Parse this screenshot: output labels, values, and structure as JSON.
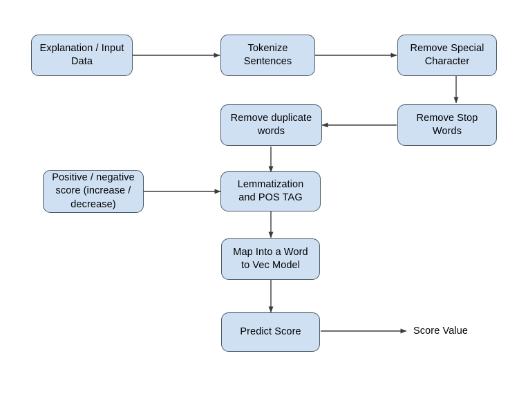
{
  "diagram": {
    "title": "NLP Scoring Pipeline Flowchart",
    "background_color": "#ffffff",
    "node_fill_color": "#cfe0f3",
    "node_border_color": "#4a5a66",
    "edge_color": "#3b3b3b",
    "text_color": "#000000",
    "nodes": [
      {
        "id": "explanation-input-data",
        "label": "Explanation / Input\nData"
      },
      {
        "id": "tokenize-sentences",
        "label": "Tokenize\nSentences"
      },
      {
        "id": "remove-special-character",
        "label": "Remove Special\nCharacter"
      },
      {
        "id": "remove-stop-words",
        "label": "Remove Stop\nWords"
      },
      {
        "id": "remove-duplicate-words",
        "label": "Remove duplicate\nwords"
      },
      {
        "id": "positive-negative-score",
        "label": "Positive / negative\nscore (increase /\ndecrease)"
      },
      {
        "id": "lemmatization-pos-tag",
        "label": "Lemmatization\nand POS TAG"
      },
      {
        "id": "map-word-to-vec",
        "label": "Map Into a Word\nto Vec Model"
      },
      {
        "id": "predict-score",
        "label": "Predict Score"
      }
    ],
    "labels": [
      {
        "id": "score-value",
        "text": "Score Value"
      }
    ],
    "edges": [
      {
        "from": "explanation-input-data",
        "to": "tokenize-sentences",
        "direction": "right"
      },
      {
        "from": "tokenize-sentences",
        "to": "remove-special-character",
        "direction": "right"
      },
      {
        "from": "remove-special-character",
        "to": "remove-stop-words",
        "direction": "down"
      },
      {
        "from": "remove-stop-words",
        "to": "remove-duplicate-words",
        "direction": "left"
      },
      {
        "from": "remove-duplicate-words",
        "to": "lemmatization-pos-tag",
        "direction": "down"
      },
      {
        "from": "positive-negative-score",
        "to": "lemmatization-pos-tag",
        "direction": "right"
      },
      {
        "from": "lemmatization-pos-tag",
        "to": "map-word-to-vec",
        "direction": "down"
      },
      {
        "from": "map-word-to-vec",
        "to": "predict-score",
        "direction": "down"
      },
      {
        "from": "predict-score",
        "to": "score-value",
        "direction": "right"
      }
    ]
  }
}
